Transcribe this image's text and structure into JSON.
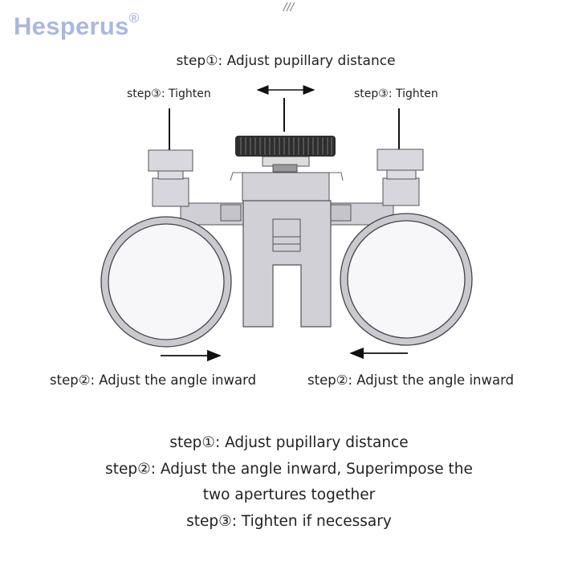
{
  "brand": {
    "name": "Hesperus",
    "registered": "®",
    "mark": "///"
  },
  "diagram": {
    "step1_label": "step①: Adjust pupillary distance",
    "step3_left": "step③: Tighten",
    "step3_right": "step③: Tighten",
    "step2_left": "step②: Adjust the angle inward",
    "step2_right": "step②: Adjust the angle inward"
  },
  "instructions": [
    "step①: Adjust pupillary distance",
    "step②: Adjust the angle inward, Superimpose the",
    "two apertures together",
    "step③: Tighten if necessary"
  ],
  "colors": {
    "logo": "#aab8e0",
    "metal": "#c9c9cf",
    "lens": "#f7f7fa",
    "knob": "#2e2e2e"
  }
}
